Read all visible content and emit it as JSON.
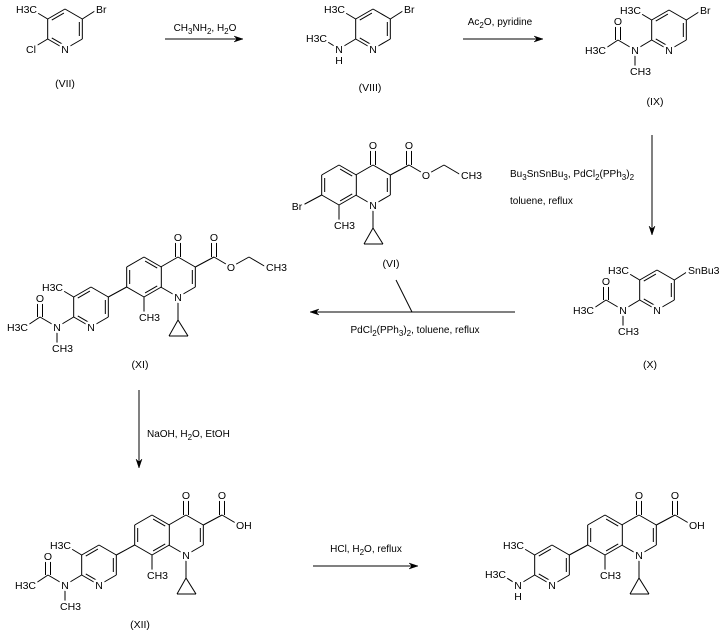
{
  "compounds": {
    "vii": "(VII)",
    "viii": "(VIII)",
    "ix": "(IX)",
    "vi": "(VI)",
    "x": "(X)",
    "xi": "(XI)",
    "xii": "(XII)"
  },
  "reagents": {
    "step1": "CH3NH2, H2O",
    "step2": "Ac2O, pyridine",
    "step3_line1": "Bu3SnSnBu3, PdCl2(PPh3)2",
    "step3_line2": "toluene, reflux",
    "step4": "PdCl2(PPh3)2, toluene, reflux",
    "step5": "NaOH, H2O, EtOH",
    "step6": "HCl, H2O, reflux"
  },
  "atoms": {
    "h3c": "H3C",
    "ch3": "CH3",
    "br": "Br",
    "cl": "Cl",
    "n": "N",
    "h": "H",
    "o": "O",
    "oh": "OH",
    "snbu3": "SnBu3"
  }
}
